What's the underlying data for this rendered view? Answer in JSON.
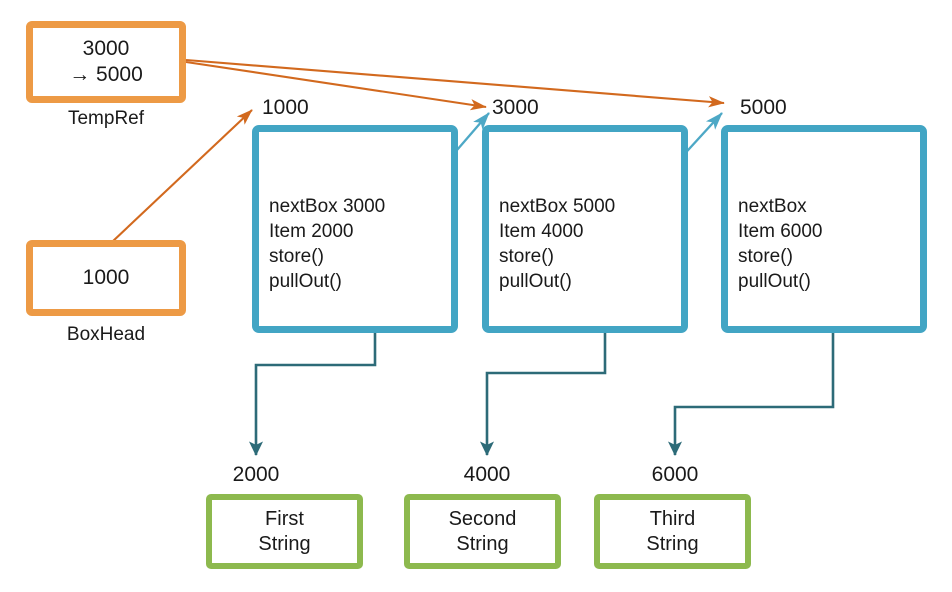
{
  "diagram": {
    "title": "Linked list box diagram",
    "colors": {
      "reference_border": "#ED9A45",
      "node_border": "#42A5C4",
      "string_border": "#8DB94E",
      "reference_arrow": "#D2691E",
      "next_arrow": "#4DA8C6",
      "item_arrow": "#2D6B78",
      "text": "#1a1a1a",
      "background": "#ffffff"
    }
  },
  "references": [
    {
      "id": "tempref",
      "caption": "TempRef",
      "line1": "3000",
      "line2": "→ 5000"
    },
    {
      "id": "boxhead",
      "caption": "BoxHead",
      "line1": "1000",
      "line2": ""
    }
  ],
  "nodes": [
    {
      "address": "1000",
      "nextbox_label": "nextBox",
      "nextbox_value": "3000",
      "item_label": "Item",
      "item_value": "2000",
      "method1": "store()",
      "method2": "pullOut()"
    },
    {
      "address": "3000",
      "nextbox_label": "nextBox",
      "nextbox_value": "5000",
      "item_label": "Item",
      "item_value": "4000",
      "method1": "store()",
      "method2": "pullOut()"
    },
    {
      "address": "5000",
      "nextbox_label": "nextBox",
      "nextbox_value": "",
      "item_label": "Item",
      "item_value": "6000",
      "method1": "store()",
      "method2": "pullOut()"
    }
  ],
  "strings": [
    {
      "address": "2000",
      "line1": "First",
      "line2": "String"
    },
    {
      "address": "4000",
      "line1": "Second",
      "line2": "String"
    },
    {
      "address": "6000",
      "line1": "Third",
      "line2": "String"
    }
  ]
}
